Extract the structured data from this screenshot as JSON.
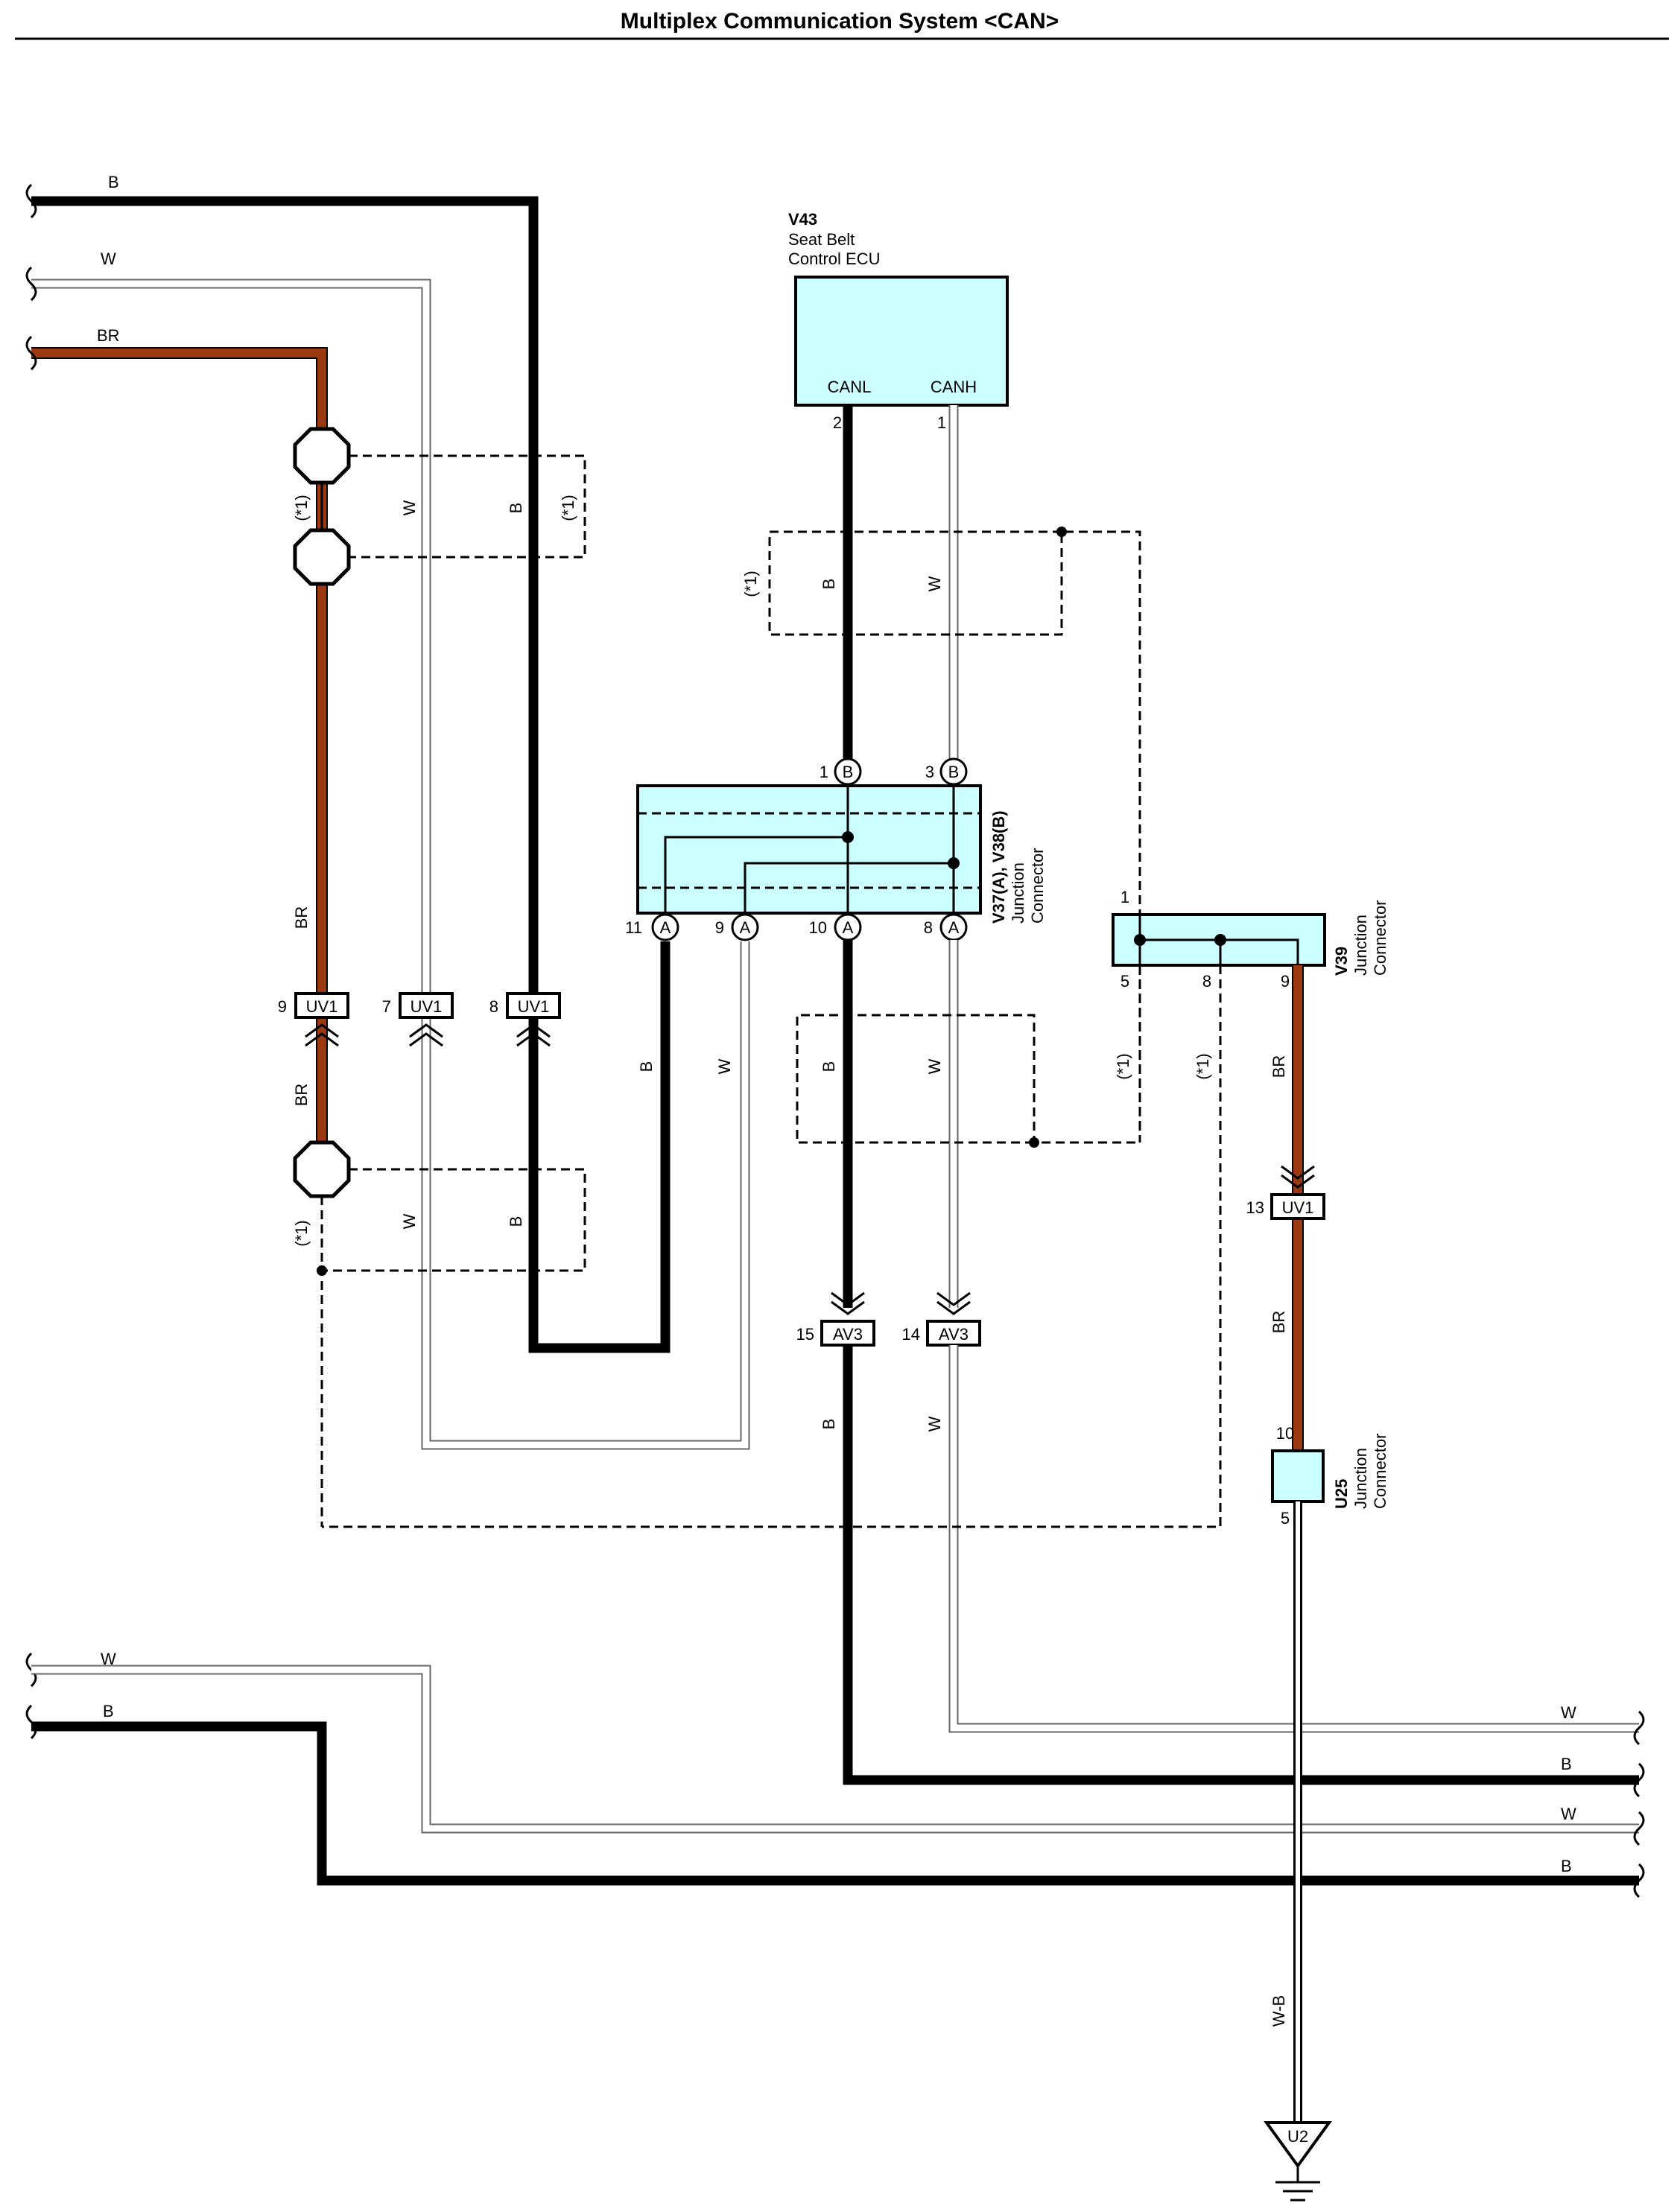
{
  "title": "Multiplex Communication System <CAN>",
  "components": {
    "v43": {
      "code": "V43",
      "name_line1": "Seat Belt",
      "name_line2": "Control ECU",
      "pin_canl": "CANL",
      "pin_canh": "CANH",
      "pin2": "2",
      "pin1": "1"
    },
    "v37": {
      "code": "V37(A), V38(B)",
      "name_line1": "Junction",
      "name_line2": "Connector",
      "pin1": "1",
      "pin3": "3",
      "pin11": "11",
      "pin9": "9",
      "pin10": "10",
      "pin8": "8",
      "term_b": "B",
      "term_a": "A"
    },
    "v39": {
      "code": "V39",
      "name_line1": "Junction",
      "name_line2": "Connector",
      "pin1": "1",
      "pin5": "5",
      "pin8": "8",
      "pin9": "9"
    },
    "u25": {
      "code": "U25",
      "name_line1": "Junction",
      "name_line2": "Connector",
      "pin10": "10",
      "pin5": "5"
    },
    "u2": {
      "code": "U2"
    }
  },
  "connectors": {
    "uv1": "UV1",
    "av3": "AV3",
    "uv1_pin9": "9",
    "uv1_pin7": "7",
    "uv1_pin8": "8",
    "uv1_pin13": "13",
    "av3_pin15": "15",
    "av3_pin14": "14"
  },
  "wire_labels": {
    "b": "B",
    "w": "W",
    "br": "BR",
    "wb": "W-B",
    "note": "(*1)"
  }
}
